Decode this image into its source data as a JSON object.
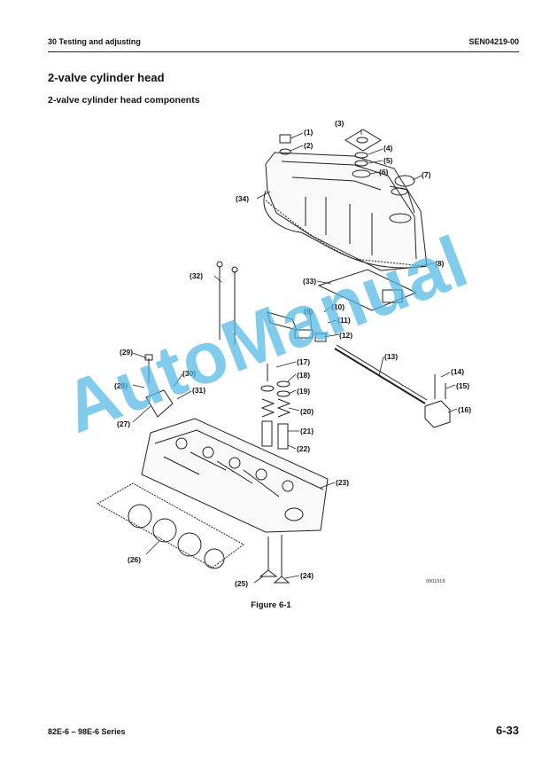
{
  "header": {
    "section": "30 Testing and adjusting",
    "doc_code": "SEN04219-00"
  },
  "title": "2-valve cylinder head",
  "subtitle": "2-valve cylinder head components",
  "figure": {
    "caption": "Figure 6-1",
    "code": "0001919",
    "callouts": [
      "(1)",
      "(2)",
      "(3)",
      "(4)",
      "(5)",
      "(6)",
      "(7)",
      "(8)",
      "(9)",
      "(10)",
      "(11)",
      "(12)",
      "(13)",
      "(14)",
      "(15)",
      "(16)",
      "(17)",
      "(18)",
      "(19)",
      "(20)",
      "(21)",
      "(22)",
      "(23)",
      "(24)",
      "(25)",
      "(26)",
      "(27)",
      "(28)",
      "(29)",
      "(30)",
      "(31)",
      "(32)",
      "(33)",
      "(34)"
    ]
  },
  "watermark": "AutoManual",
  "footer": {
    "series": "82E-6 – 98E-6 Series",
    "page": "6-33"
  }
}
